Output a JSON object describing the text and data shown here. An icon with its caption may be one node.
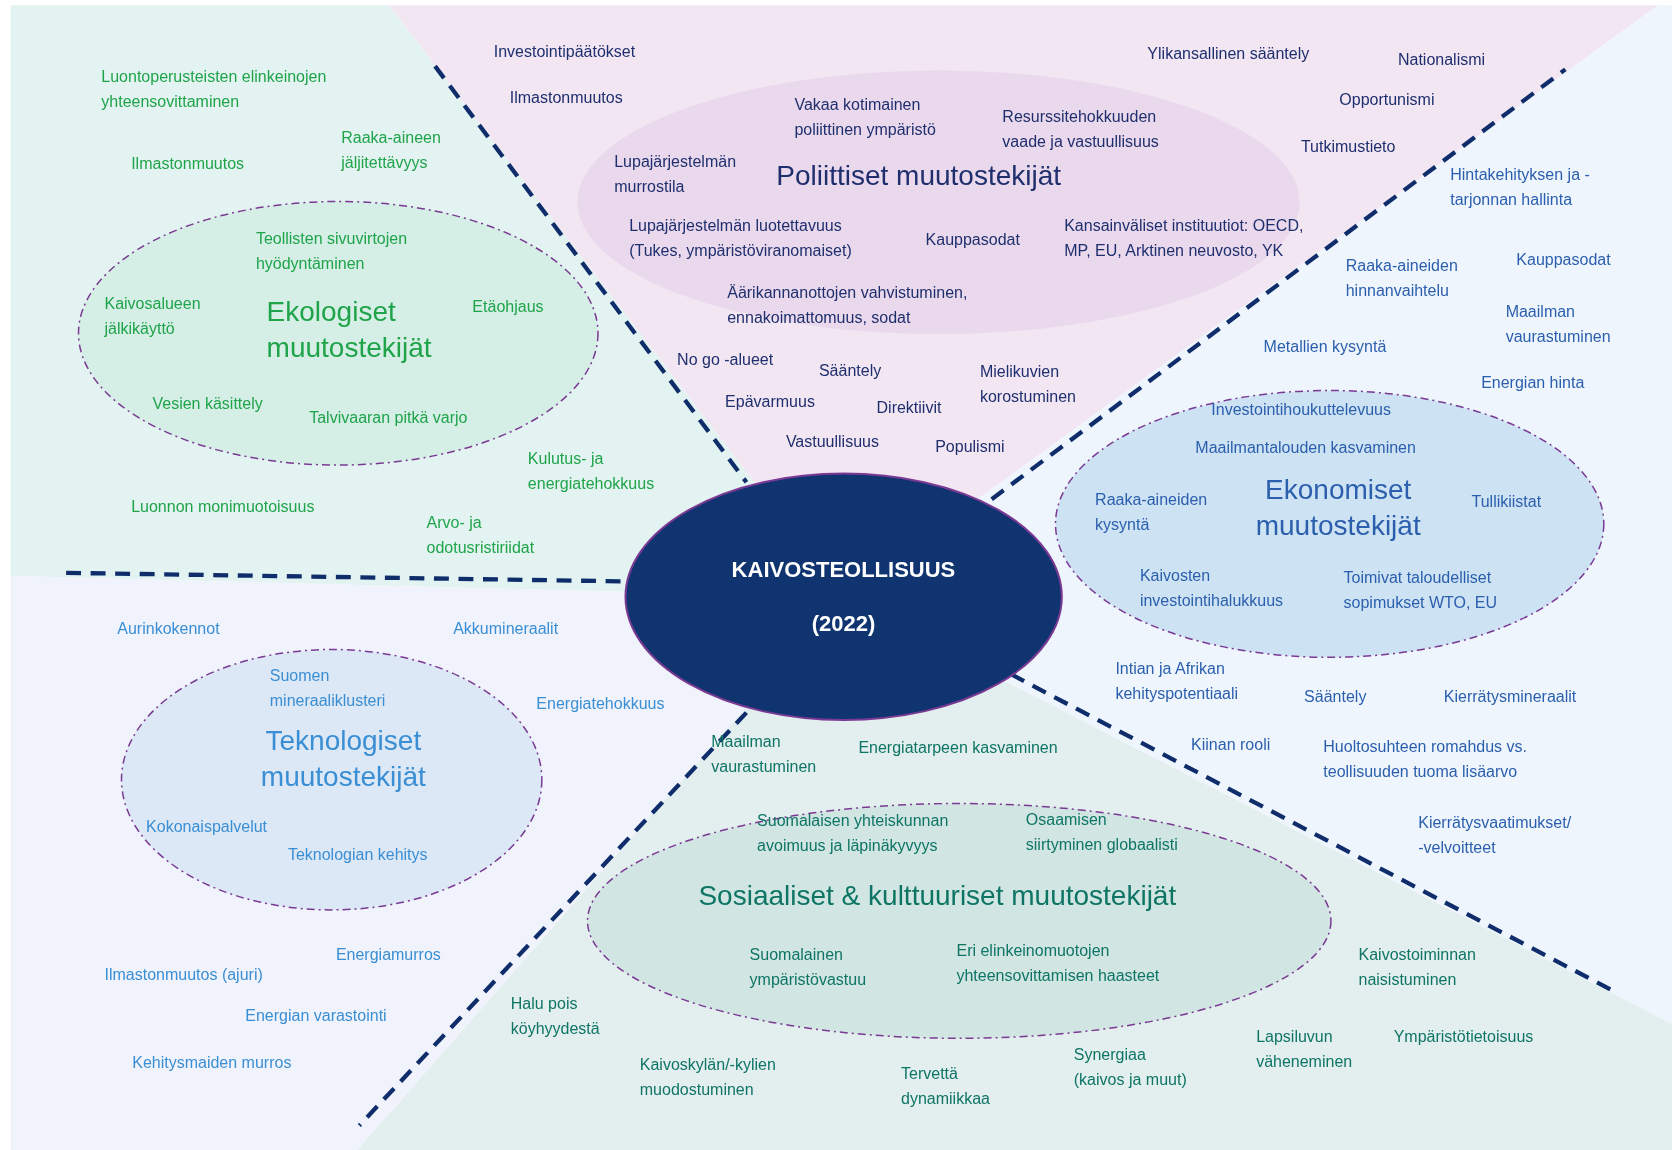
{
  "diagram": {
    "nodes": [
      {
        "text": [
          "KAIVOSTEOLLISUUS",
          "(2022)"
        ]
      },
      {
        "text": [
          "Poliittiset muutostekijät",
          "Vakaa kotimainen poliittinen ympäristö",
          "Resurssitehokkuuden vaade ja vastuullisuus",
          "Lupajärjestelmän murrostila",
          "Lupajärjestelmän luotettavuus (Tukes, ympäristöviranomaiset)",
          "Kauppasodat",
          "Kansainväliset instituutiot: OECD, MP, EU, Arktinen neuvosto, YK",
          "Äärikannanottojen vahvistuminen, ennakoimattomuus, sodat"
        ]
      },
      {
        "text": [
          "Ekologiset muutostekijät",
          "Teollisten sivuvirtojen hyödyntäminen",
          "Kaivosalueen jälkikäyttö",
          "Etäohjaus",
          "Vesien käsittely",
          "Talvivaaran pitkä varjo"
        ]
      },
      {
        "text": [
          "Ekonomiset muutostekijät",
          "Investointihoukuttelevuus",
          "Maailmantalouden kasvaminen",
          "Raaka-aineiden kysyntä",
          "Tullikiistat",
          "Kaivosten investointihalukkuus",
          "Toimivat taloudelliset sopimukset WTO, EU"
        ]
      },
      {
        "text": [
          "Teknologiset muutostekijät",
          "Suomen mineraaliklusteri",
          "Kokonaispalvelut",
          "Teknologian kehitys"
        ]
      },
      {
        "text": [
          "Sosiaaliset & kulttuuriset muutostekijät",
          "Suomalaisen yhteiskunnan avoimuus ja läpinäkyvyys",
          "Osaamisen siirtyminen globaalisti",
          "Suomalainen ympäristövastuu",
          "Eri elinkeinomuotojen yhteensovittamisen haasteet"
        ]
      }
    ],
    "labels": [
      "Investointipäätökset",
      "Ylikansallinen sääntely",
      "Nationalismi",
      "Luontoperusteisten elinkeinojen yhteensovittaminen",
      "Ilmastonmuutos",
      "Opportunismi",
      "Raaka-aineen jäljitettävyys",
      "Tutkimustieto",
      "Ilmastonmuutos",
      "Hintakehityksen ja -tarjonnan hallinta",
      "Raaka-aineiden hinnanvaihtelu",
      "Kauppasodat",
      "Maailman vaurastuminen",
      "Metallien kysyntä",
      "No go -alueet",
      "Sääntely",
      "Mielikuvien korostuminen",
      "Energian hinta",
      "Epävarmuus",
      "Direktiivit",
      "Vastuullisuus",
      "Populismi",
      "Kulutus- ja energiatehokkuus",
      "Luonnon monimuotoisuus",
      "Arvo- ja odotusristiriidat",
      "Aurinkokennot",
      "Akkumineraalit",
      "Intian ja Afrikan kehityspotentiaali",
      "Sääntely",
      "Kierrätysmineraalit",
      "Energiatehokkuus",
      "Maailman vaurastuminen",
      "Energiatarpeen kasvaminen",
      "Kiinan rooli",
      "Huoltosuhteen romahdus vs. teollisuuden tuoma lisäarvo",
      "Kierrätysvaatimukset/ -velvoitteet",
      "Kaivostoiminnan naisistuminen",
      "Energiamurros",
      "Ilmastonmuutos (ajuri)",
      "Halu pois köyhyydestä",
      "Energian varastointi",
      "Lapsiluvun väheneminen",
      "Ympäristötietoisuus",
      "Synergiaa (kaivos ja muut)",
      "Kehitysmaiden murros",
      "Kaivoskylän/-kylien muodostuminen",
      "Tervettä dynamiikkaa"
    ]
  }
}
